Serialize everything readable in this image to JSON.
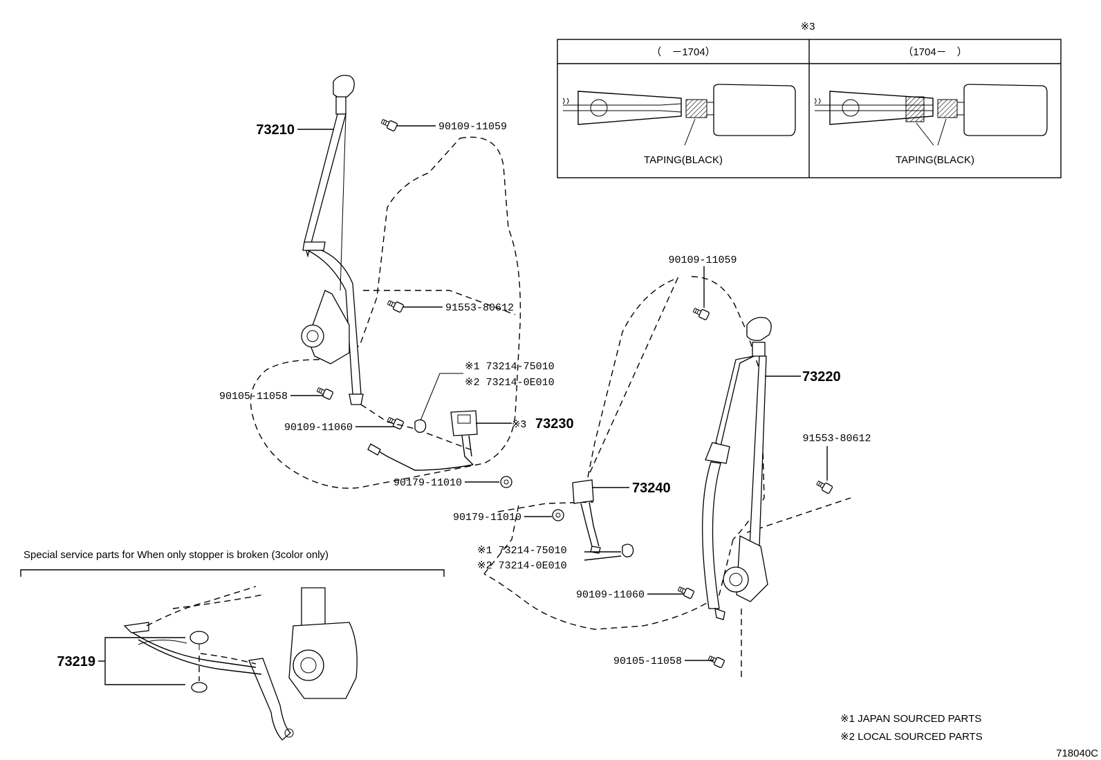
{
  "inset": {
    "marker": "※3",
    "left_header": "（　－1704）",
    "right_header": "（1704－　）",
    "left_caption": "TAPING(BLACK)",
    "right_caption": "TAPING(BLACK)"
  },
  "parts": {
    "p73210": "73210",
    "p73220": "73220",
    "p73230": "73230",
    "p73230_mark": "※3",
    "p73240": "73240",
    "p73219": "73219",
    "bolt_90109_11059_a": "90109-11059",
    "bolt_90109_11059_b": "90109-11059",
    "bolt_91553_80612_a": "91553-80612",
    "bolt_91553_80612_b": "91553-80612",
    "bolt_90105_11058_a": "90105-11058",
    "bolt_90105_11058_b": "90105-11058",
    "bolt_90109_11060_a": "90109-11060",
    "bolt_90109_11060_b": "90109-11060",
    "nut_90179_11010_a": "90179-11010",
    "nut_90179_11010_b": "90179-11010",
    "cover_a1": "※1 73214-75010",
    "cover_a2": "※2 73214-0E010",
    "cover_b1": "※1 73214-75010",
    "cover_b2": "※2 73214-0E010"
  },
  "special": {
    "caption": "Special service parts for When only stopper is broken (3color only)"
  },
  "notes": {
    "note1": "※1  JAPAN SOURCED PARTS",
    "note2": "※2  LOCAL SOURCED PARTS"
  },
  "diagram_id": "718040C"
}
